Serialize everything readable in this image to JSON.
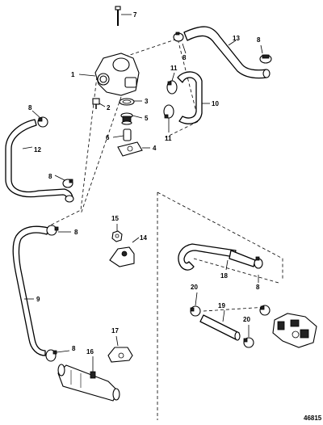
{
  "callouts": [
    {
      "id": "c1",
      "text": "1"
    },
    {
      "id": "c2",
      "text": "2"
    },
    {
      "id": "c3",
      "text": "3"
    },
    {
      "id": "c4",
      "text": "4"
    },
    {
      "id": "c5",
      "text": "5"
    },
    {
      "id": "c6",
      "text": "6"
    },
    {
      "id": "c7",
      "text": "7"
    },
    {
      "id": "c8a",
      "text": "8"
    },
    {
      "id": "c8b",
      "text": "8"
    },
    {
      "id": "c8c",
      "text": "8"
    },
    {
      "id": "c8d",
      "text": "8"
    },
    {
      "id": "c8e",
      "text": "8"
    },
    {
      "id": "c8f",
      "text": "8"
    },
    {
      "id": "c8g",
      "text": "8"
    },
    {
      "id": "c9",
      "text": "9"
    },
    {
      "id": "c10",
      "text": "10"
    },
    {
      "id": "c11a",
      "text": "11"
    },
    {
      "id": "c11b",
      "text": "11"
    },
    {
      "id": "c12",
      "text": "12"
    },
    {
      "id": "c13",
      "text": "13"
    },
    {
      "id": "c14",
      "text": "14"
    },
    {
      "id": "c15",
      "text": "15"
    },
    {
      "id": "c16",
      "text": "16"
    },
    {
      "id": "c17",
      "text": "17"
    },
    {
      "id": "c18",
      "text": "18"
    },
    {
      "id": "c19",
      "text": "19"
    },
    {
      "id": "c20a",
      "text": "20"
    },
    {
      "id": "c20b",
      "text": "20"
    }
  ],
  "figure_number": "46815"
}
